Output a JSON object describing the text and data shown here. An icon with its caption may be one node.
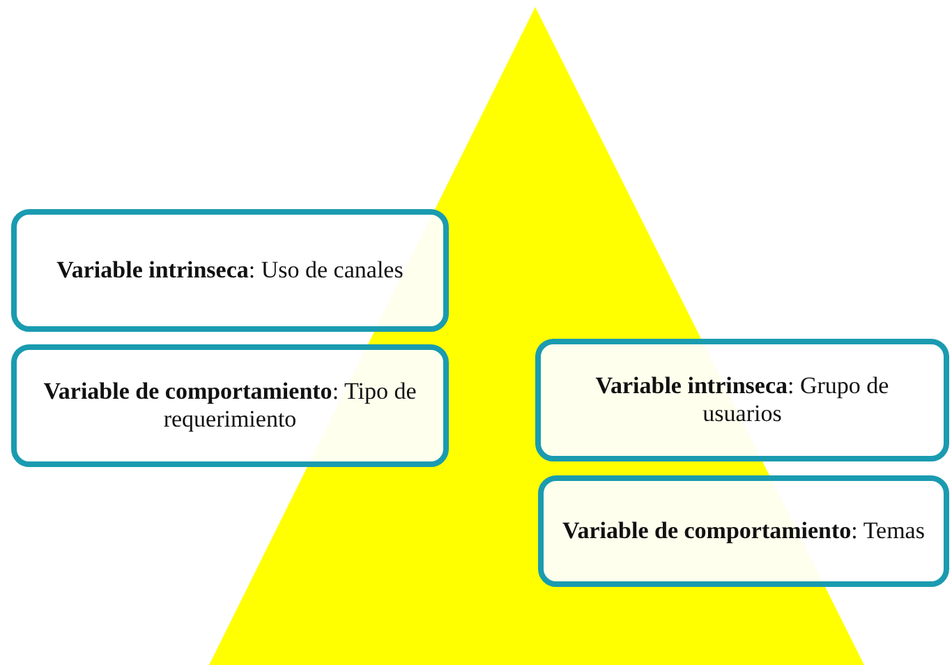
{
  "diagram": {
    "nodes": [
      {
        "text": [
          "**Variable intrinseca**: Uso de canales"
        ]
      },
      {
        "text": [
          "**Variable de comportamiento**: Tipo de requerimiento"
        ]
      },
      {
        "text": [
          "**Variable intrinseca**: Grupo de usuarios"
        ]
      },
      {
        "text": [
          "**Variable de comportamiento**: Temas"
        ]
      }
    ]
  }
}
